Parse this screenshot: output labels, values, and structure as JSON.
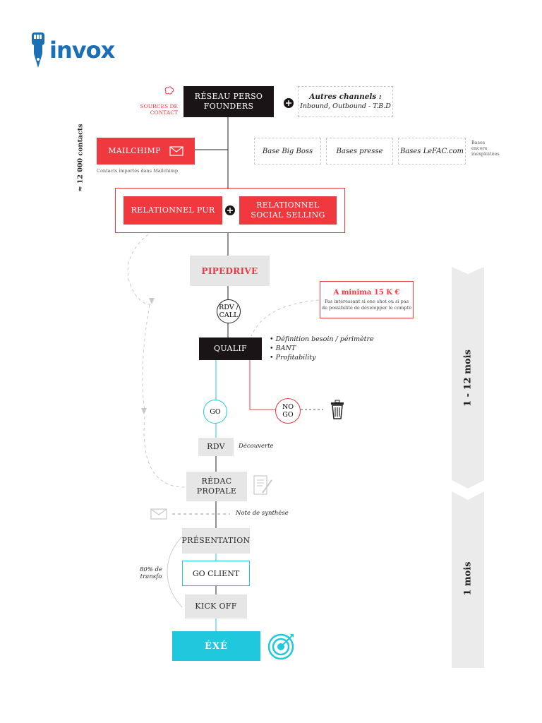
{
  "logo": {
    "text": "invox",
    "icon": "fist-pen-logo"
  },
  "nodes": {
    "reseau": "RÉSEAU PERSO\nFOUNDERS",
    "sources": "SOURCES DE\nCONTACT",
    "autres_title": "Autres channels :",
    "autres_sub": "Inbound, Outbound - T.B.D",
    "mailchimp": "MAILCHIMP",
    "mailchimp_note": "Contacts importés dans Mailchimp",
    "contacts_count": "≈ 12 000 contacts",
    "base_bigboss": "Base Big Boss",
    "base_presse": "Bases presse",
    "base_lefac": "Bases LeFAC.com",
    "bases_note": "Bases\nencore\ninexploitées",
    "relationnel_pur": "RELATIONNEL PUR",
    "relationnel_social": "RELATIONNEL\nSOCIAL SELLING",
    "pipedrive": "PIPEDRIVE",
    "rdv_call": "RDV /\nCALL",
    "minima_title": "A minima 15 K €",
    "minima_sub": "Pas intéressant si one shot ou si pas\nde possibilité de développer le compte",
    "qualif": "QUALIF",
    "criteria": [
      "• Définition besoin / périmètre",
      "• BANT",
      "• Profitability"
    ],
    "go": "GO",
    "no_go": "NO\nGO",
    "rdv": "RDV",
    "decouverte": "Découverte",
    "redac": "RÉDAC\nPROPALE",
    "note_synthese": "Note de synthèse",
    "presentation": "PRÉSENTATION",
    "transfo": "80% de\ntransfo",
    "go_client": "GO CLIENT",
    "kick_off": "KICK OFF",
    "exe": "ÉXÉ"
  },
  "timeline": {
    "phase1": "1 - 12 mois",
    "phase2": "1 mois"
  },
  "colors": {
    "red": "#f0383f",
    "dark": "#1a1416",
    "grey": "#e6e6e6",
    "cyan": "#1fc8dc",
    "logo_blue": "#1b6fb5"
  }
}
